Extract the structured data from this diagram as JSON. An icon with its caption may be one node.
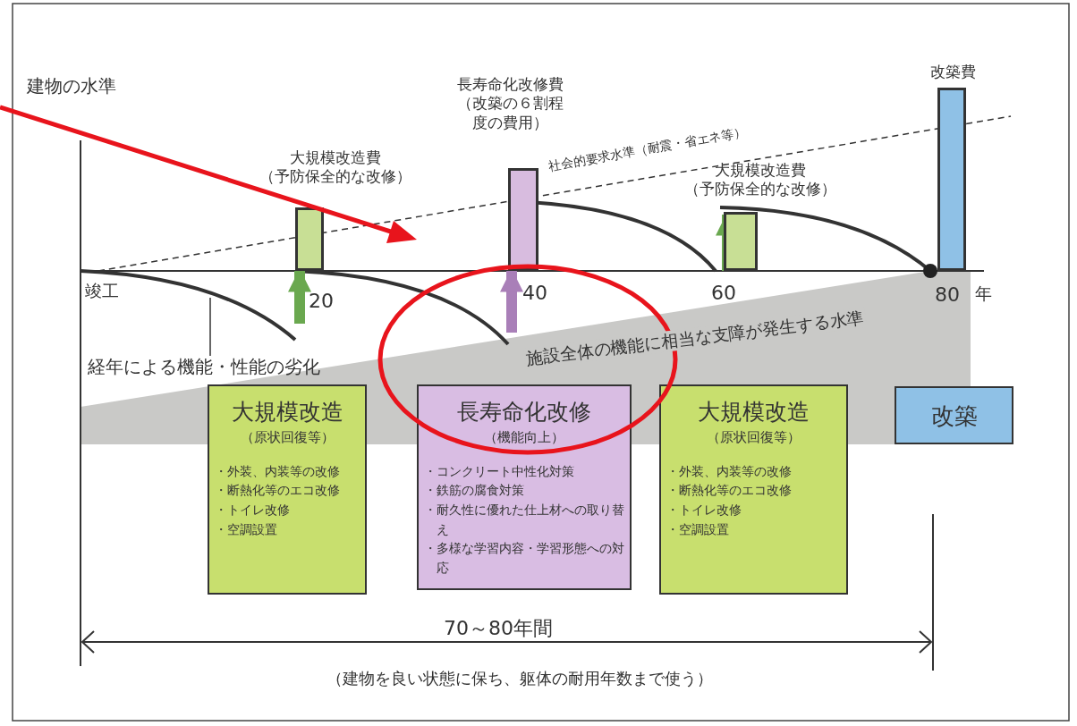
{
  "diagram": {
    "nodes": [
      {
        "text": [
          "大規模改造費（予防保全的な改修）"
        ]
      },
      {
        "text": [
          "長寿命化改修費（改築の６割程度の費用）"
        ]
      },
      {
        "text": [
          "大規模改造費（予防保全的な改修）"
        ]
      },
      {
        "text": [
          "改築費"
        ]
      },
      {
        "text": [
          "大規模改造",
          "（原状回復等）",
          "・外装、内装等の改修",
          "・断熱化等のエコ改修",
          "・トイレ改修",
          "・空調設置"
        ]
      },
      {
        "text": [
          "長寿命化改修",
          "（機能向上）",
          "・コンクリート中性化対策",
          "・鉄筋の腐食対策",
          "・耐久性に優れた仕上材への取り替え",
          "・多様な学習内容・学習形態への対応"
        ]
      },
      {
        "text": [
          "大規模改造",
          "（原状回復等）",
          "・外装、内装等の改修",
          "・断熱化等のエコ改修",
          "・トイレ改修",
          "・空調設置"
        ]
      },
      {
        "text": [
          "改築"
        ]
      },
      {
        "text": [
          "経年による機能・性能の劣化"
        ]
      }
    ],
    "edges": [
      {
        "from": null,
        "to": 0,
        "arrow": "to",
        "color": "#6aa84f"
      },
      {
        "from": null,
        "to": 1,
        "arrow": "to",
        "color": "#a97fb8"
      },
      {
        "from": null,
        "to": 2,
        "arrow": "to",
        "color": "#6aa84f"
      },
      {
        "from": 8,
        "to": null,
        "arrow": "none",
        "color": "#333333"
      }
    ],
    "labels": [
      "建物の水準",
      "社会的要求水準（耐震・省エネ等）",
      "竣工",
      "20",
      "40",
      "60",
      "80",
      "年",
      "施設全体の機能に相当な支障が発生する水準",
      "70～80年間",
      "（建物を良い状態に保ち、躯体の耐用年数まで使う）"
    ]
  }
}
